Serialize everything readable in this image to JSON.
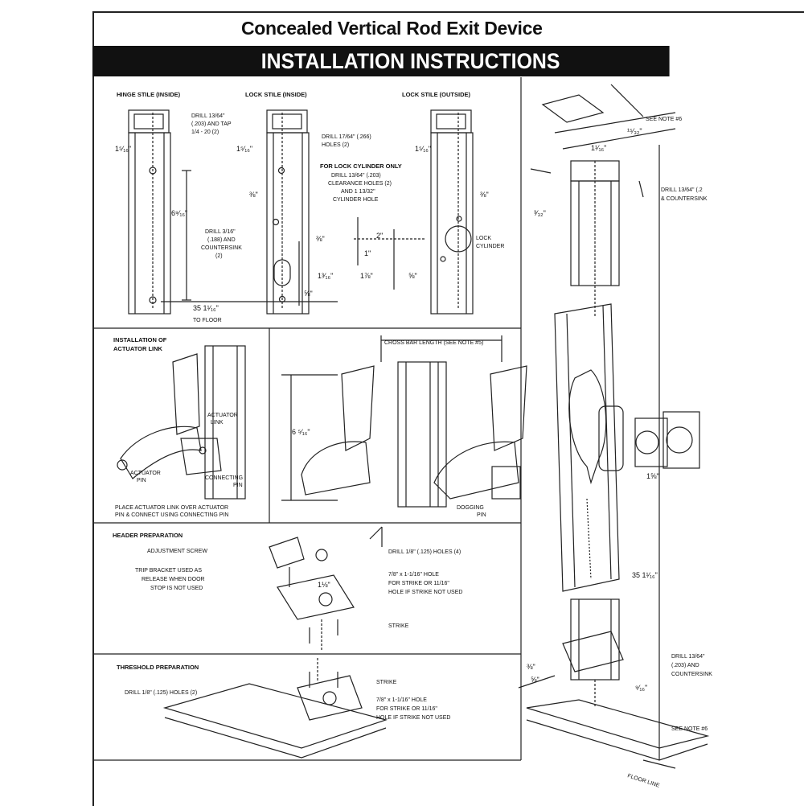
{
  "title": "Concealed Vertical Rod Exit Device",
  "banner": "INSTALLATION INSTRUCTIONS",
  "top": {
    "hinge_title": "HINGE STILE (INSIDE)",
    "lock_title": "LOCK STILE (INSIDE)",
    "outside_title": "LOCK STILE (OUTSIDE)",
    "drill1": "DRILL 13/64\"",
    "drill1b": "(.203) AND TAP",
    "drill1c": "1/4 - 20 (2)",
    "drill2": "DRILL 17/64\" (.266)",
    "drill2b": "HOLES (2)",
    "cyl1": "FOR LOCK CYLINDER ONLY",
    "cyl2": "DRILL 13/64\" (.203)",
    "cyl3": "CLEARANCE HOLES (2)",
    "cyl4": "AND 1 13/32\"",
    "cyl5": "CYLINDER HOLE",
    "drill3": "DRILL 3/16\"",
    "drill3b": "(.188) AND",
    "drill3c": "COUNTERSINK",
    "drill3d": "(2)",
    "lock_cyl1": "LOCK",
    "lock_cyl2": "CYLINDER",
    "d_1_5_16": "1⁵⁄₁₆\"",
    "d_6_9_16": "6⁹⁄₁₆\"",
    "d_3_8": "⅜\"",
    "d_2": "2\"",
    "d_1": "1\"",
    "d_5_8": "⅝\"",
    "d_1_7_8": "1⅞\"",
    "d_13_16": "1³⁄₁₆\"",
    "d_35": "35 1¹⁄₁₆\"",
    "to_floor": "TO FLOOR"
  },
  "actuator": {
    "title1": "INSTALLATION OF",
    "title2": "ACTUATOR LINK",
    "link1": "ACTUATOR",
    "link2": "LINK",
    "pin1": "ACTUATOR",
    "pin2": "PIN",
    "conn1": "CONNECTING",
    "conn2": "PIN",
    "note1": "PLACE ACTUATOR LINK OVER ACTUATOR",
    "note2": "PIN & CONNECT USING CONNECTING PIN"
  },
  "crossbar": {
    "length": "CROSS BAR LENGTH (SEE NOTE #5)",
    "height": "6 ⁵⁄₁₆\"",
    "dogging1": "DOGGING",
    "dogging2": "PIN"
  },
  "header": {
    "title": "HEADER PREPARATION",
    "adj": "ADJUSTMENT SCREW",
    "trip1": "TRIP BRACKET USED AS",
    "trip2": "RELEASE WHEN DOOR",
    "trip3": "STOP IS NOT USED",
    "drill": "DRILL 1/8\" (.125) HOLES (4)",
    "hole1": "7/8\" x 1-1/16\" HOLE",
    "hole2": "FOR STRIKE OR 11/16\"",
    "hole3": "HOLE IF STRIKE NOT USED",
    "strike": "STRIKE",
    "dim": "1⅛\""
  },
  "threshold": {
    "title": "THRESHOLD PREPARATION",
    "drill": "DRILL 1/8\" (.125) HOLES (2)",
    "strike": "STRIKE",
    "hole1": "7/8\" x 1-1/16\" HOLE",
    "hole2": "FOR STRIKE OR 11/16\"",
    "hole3": "HOLE IF STRIKE NOT USED"
  },
  "right": {
    "see_note6a": "SEE NOTE #6",
    "d_15_32": "¹⁵⁄₃₂\"",
    "d_1_1_16": "1¹⁄₁₆\"",
    "d_3_32": "³⁄₃₂\"",
    "drill_a": "DRILL 13/64\" (.2",
    "drill_b": "& COUNTERSINK",
    "d_1_5_8": "1⅝\"",
    "d_35": "35 1¹⁄₁₆\"",
    "d_3_8": "⅜\"",
    "d_5_16": "⅝\"",
    "drill_c": "DRILL 13/64\"",
    "drill_d": "(.203) AND",
    "drill_e": "COUNTERSINK",
    "d_9_16": "⁹⁄₁₆\"",
    "see_note6b": "SEE NOTE #6",
    "floor": "FLOOR LINE"
  }
}
